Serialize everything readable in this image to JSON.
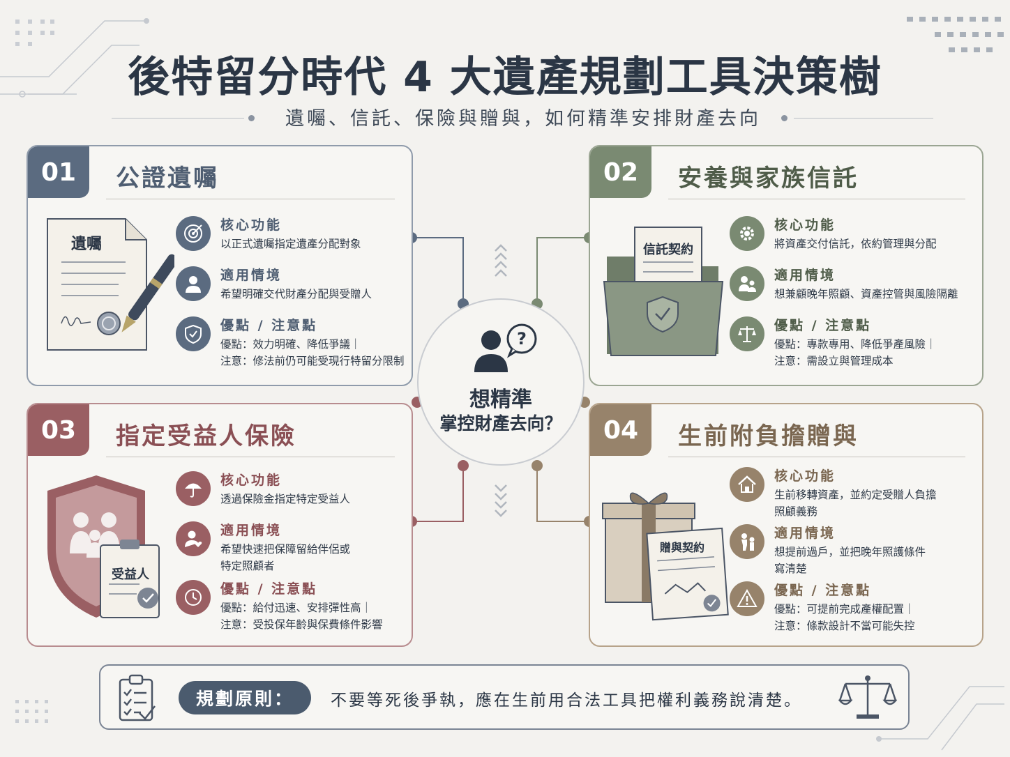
{
  "title": "後特留分時代 4 大遺產規劃工具決策樹",
  "subtitle": "遺囑、信託、保險與贈與，如何精準安排財產去向",
  "center": {
    "line1": "想精準",
    "line2": "掌控財產去向？"
  },
  "colors": {
    "c1": "#5b6b80",
    "c2": "#7a8a72",
    "c3": "#9a5f63",
    "c4": "#97836b",
    "dark": "#2b3645"
  },
  "cards": [
    {
      "num": "01",
      "title": "公證遺囑",
      "doc_label": "遺囑",
      "items": [
        {
          "icon": "target-icon",
          "head": "核心功能",
          "text": "以正式遺囑指定遺產分配對象"
        },
        {
          "icon": "person-icon",
          "head": "適用情境",
          "text": "希望明確交代財產分配與受贈人"
        },
        {
          "icon": "shield-check-icon",
          "head": "優點 / 注意點",
          "text": "優點：效力明確、降低爭議｜",
          "text2": "注意：修法前仍可能受現行特留分限制"
        }
      ]
    },
    {
      "num": "02",
      "title": "安養與家族信託",
      "doc_label": "信託契約",
      "items": [
        {
          "icon": "gear-icon",
          "head": "核心功能",
          "text": "將資產交付信託，依約管理與分配"
        },
        {
          "icon": "family-icon",
          "head": "適用情境",
          "text": "想兼顧晚年照顧、資產控管與風險隔離"
        },
        {
          "icon": "scale-icon",
          "head": "優點 / 注意點",
          "text": "優點：專款專用、降低爭產風險｜",
          "text2": "注意：需設立與管理成本"
        }
      ]
    },
    {
      "num": "03",
      "title": "指定受益人保險",
      "doc_label": "受益人",
      "items": [
        {
          "icon": "umbrella-icon",
          "head": "核心功能",
          "text": "透過保險金指定特定受益人"
        },
        {
          "icon": "heart-person-icon",
          "head": "適用情境",
          "text": "希望快速把保障留給伴侶或",
          "text2": "特定照顧者"
        },
        {
          "icon": "clock-icon",
          "head": "優點 / 注意點",
          "text": "優點：給付迅速、安排彈性高｜",
          "text2": "注意：受投保年齡與保費條件影響"
        }
      ]
    },
    {
      "num": "04",
      "title": "生前附負擔贈與",
      "doc_label": "贈與契約",
      "items": [
        {
          "icon": "house-icon",
          "head": "核心功能",
          "text": "生前移轉資產，並約定受贈人負擔",
          "text2": "照顧義務"
        },
        {
          "icon": "caregiver-icon",
          "head": "適用情境",
          "text": "想提前過戶，並把晚年照護條件",
          "text2": "寫清楚"
        },
        {
          "icon": "warning-icon",
          "head": "優點 / 注意點",
          "text": "優點：可提前完成產權配置｜",
          "text2": "注意：條款設計不當可能失控"
        }
      ]
    }
  ],
  "footer": {
    "label": "規劃原則：",
    "text": "不要等死後爭執，應在生前用合法工具把權利義務說清楚。"
  }
}
